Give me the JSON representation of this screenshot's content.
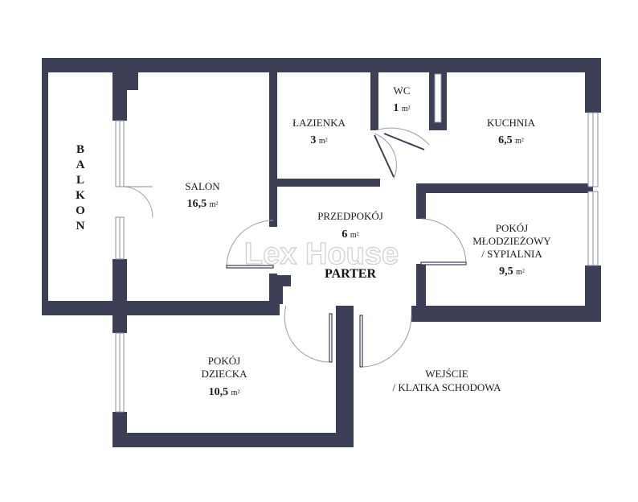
{
  "rooms": {
    "balkon": {
      "name": "BALKON",
      "letters": [
        "B",
        "A",
        "L",
        "K",
        "O",
        "N"
      ]
    },
    "salon": {
      "name": "SALON",
      "area": "16,5",
      "unit": "m²"
    },
    "lazienka": {
      "name": "ŁAZIENKA",
      "area": "3",
      "unit": "m²"
    },
    "wc": {
      "name": "WC",
      "area": "1",
      "unit": "m²"
    },
    "kuchnia": {
      "name": "KUCHNIA",
      "area": "6,5",
      "unit": "m²"
    },
    "przedpokoj": {
      "name": "PRZEDPOKÓJ",
      "area": "6",
      "unit": "m²"
    },
    "pokoj_mlodziezowy": {
      "name_line1": "POKÓJ",
      "name_line2": "MŁODZIEŻOWY",
      "name_line3": "/ SYPIALNIA",
      "area": "9,5",
      "unit": "m²"
    },
    "pokoj_dziecka": {
      "name_line1": "POKÓJ",
      "name_line2": "DZIECKA",
      "area": "10,5",
      "unit": "m²"
    }
  },
  "floor_label": "PARTER",
  "entrance": {
    "line1": "WEJŚCIE",
    "line2": "/ KLATKA SCHODOWA"
  },
  "watermark": "Lex House",
  "colors": {
    "wall": "#3c3f55",
    "background": "#ffffff",
    "text": "#1a1a1a"
  }
}
